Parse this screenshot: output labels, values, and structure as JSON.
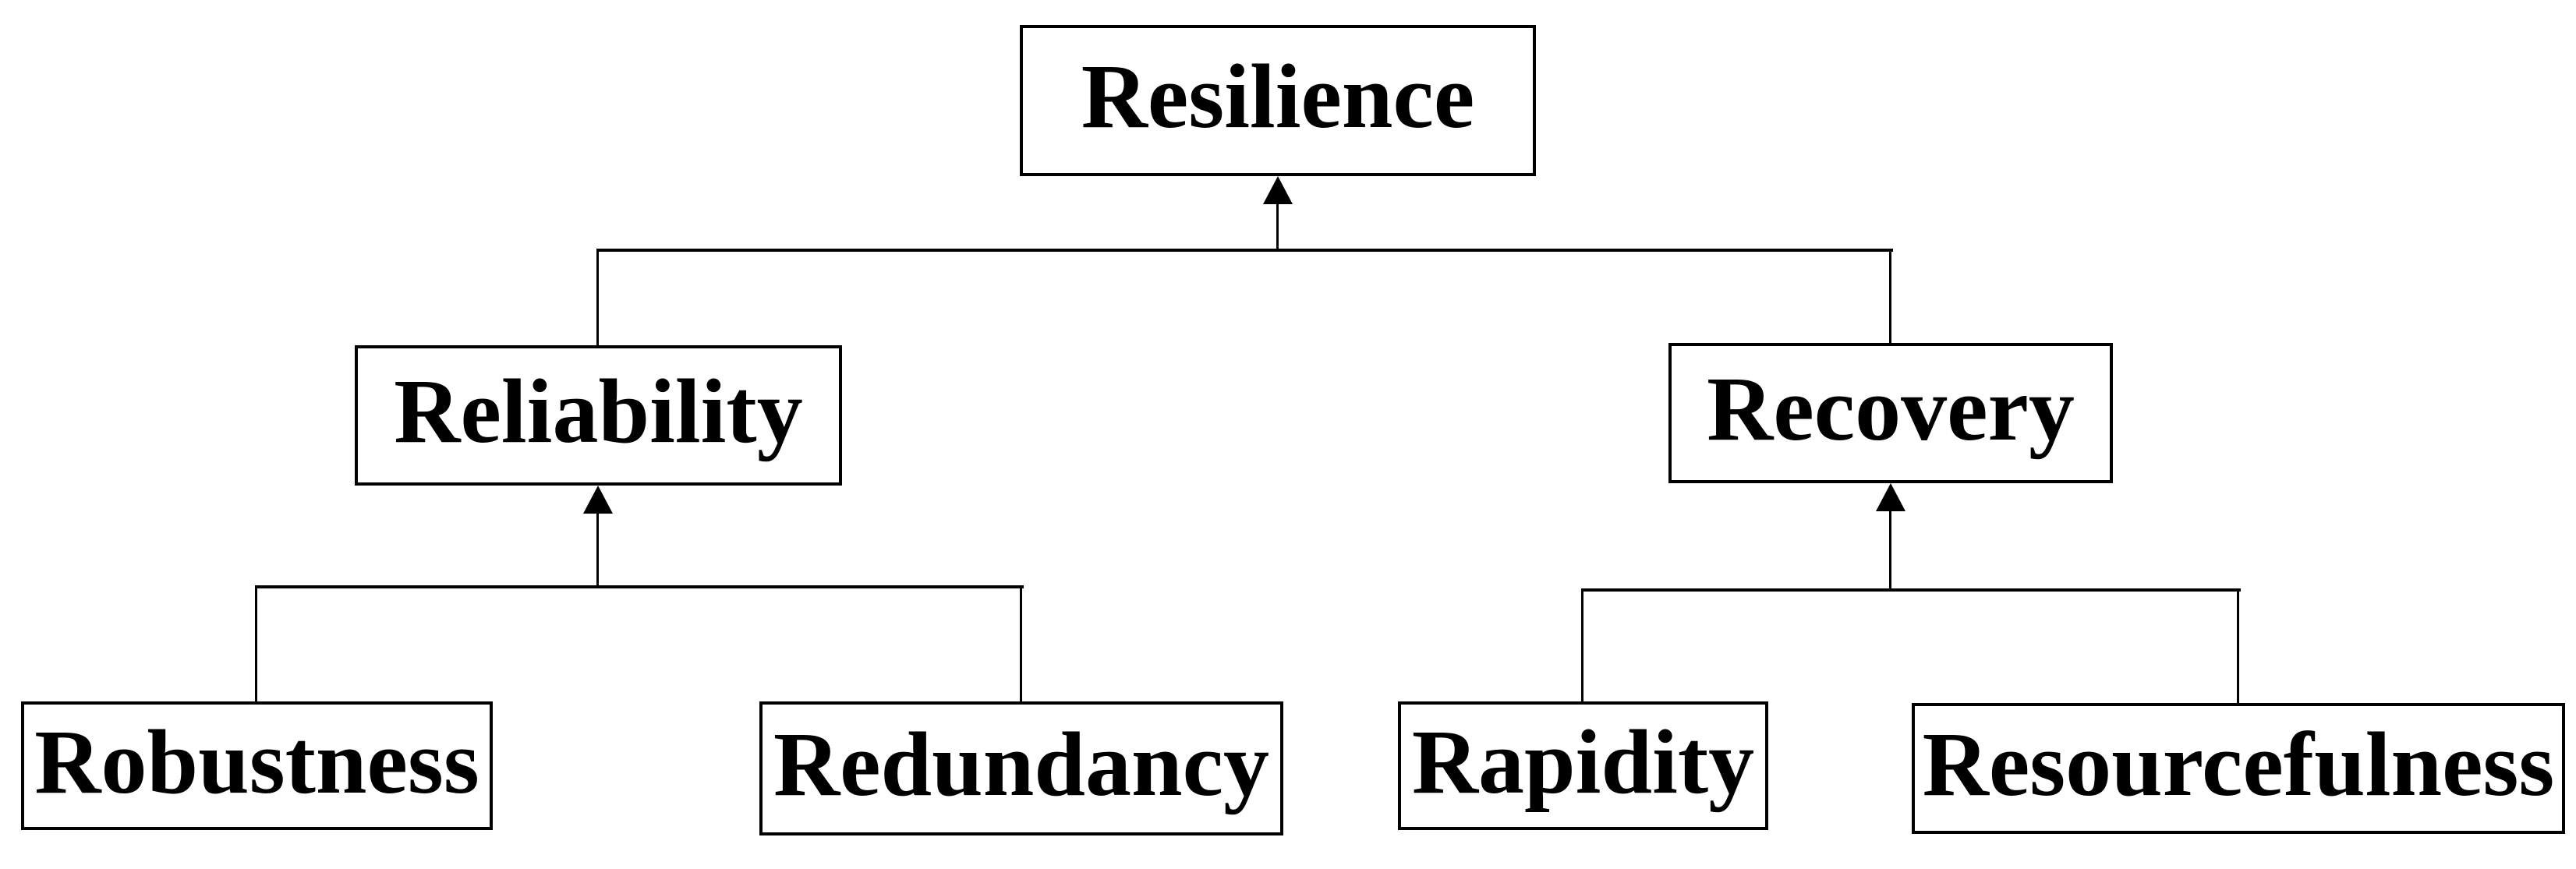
{
  "diagram": {
    "type": "hierarchy-tree",
    "colors": {
      "background": "#ffffff",
      "line": "#000000",
      "box_fill": "#ffffff",
      "box_border": "#000000",
      "text": "#000000"
    },
    "nodes": {
      "resilience": {
        "label": "Resilience",
        "level": 1
      },
      "reliability": {
        "label": "Reliability",
        "level": 2
      },
      "recovery": {
        "label": "Recovery",
        "level": 2
      },
      "robustness": {
        "label": "Robustness",
        "level": 3
      },
      "redundancy": {
        "label": "Redundancy",
        "level": 3
      },
      "rapidity": {
        "label": "Rapidity",
        "level": 3
      },
      "resourcefulness": {
        "label": "Resourcefulness",
        "level": 3
      }
    },
    "edges": [
      {
        "from": "Reliability",
        "to": "Resilience",
        "arrow": "up"
      },
      {
        "from": "Recovery",
        "to": "Resilience",
        "arrow": "up"
      },
      {
        "from": "Robustness",
        "to": "Reliability",
        "arrow": "up"
      },
      {
        "from": "Redundancy",
        "to": "Reliability",
        "arrow": "up"
      },
      {
        "from": "Rapidity",
        "to": "Recovery",
        "arrow": "up"
      },
      {
        "from": "Resourcefulness",
        "to": "Recovery",
        "arrow": "up"
      }
    ]
  }
}
